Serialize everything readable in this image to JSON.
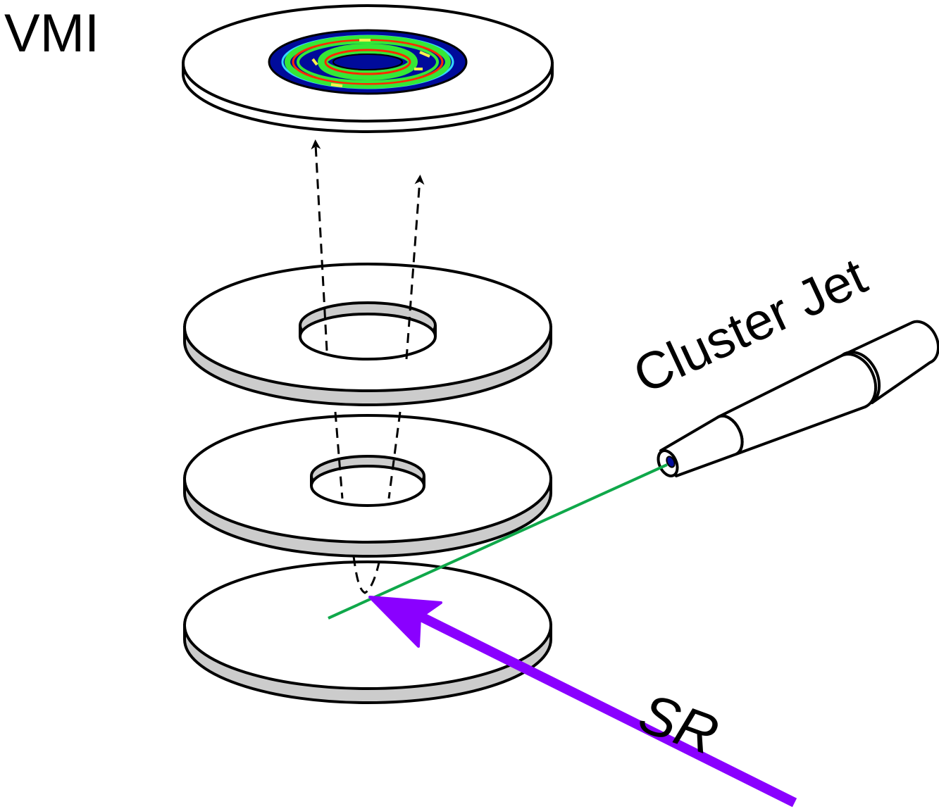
{
  "labels": {
    "detector": "VMI",
    "jet": "Cluster Jet",
    "beam": "SR"
  },
  "colors": {
    "beam_arrow": "#8a00ff",
    "cluster_beam": "#0fa84a",
    "plate_edge": "#cccccc",
    "image_outer": "#000b9b",
    "image_ring_green": "#36e836",
    "image_ring_red": "#ff2a00",
    "image_ring_yellow": "#fff04a",
    "image_ring_cyan": "#33d9ff"
  },
  "icons": {
    "detector": "vmi-detector-disc",
    "electrodes": "electrode-plate",
    "nozzle": "cluster-jet-nozzle",
    "beam": "sr-arrow"
  }
}
